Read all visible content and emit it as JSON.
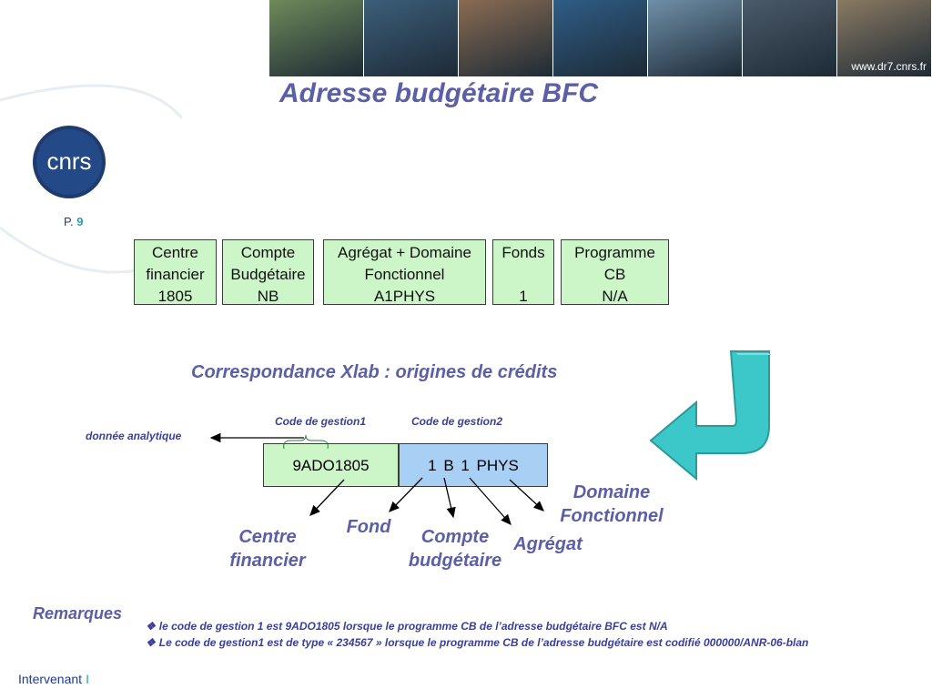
{
  "banner": {
    "url_text": "www.dr7.cnrs.fr",
    "photos": [
      "#6f8a5a",
      "#3c5e7a",
      "#8a6c52",
      "#2f5d86",
      "#6f8fa8",
      "#4b5a6a",
      "#8a7a62"
    ]
  },
  "title": "Adresse budgétaire BFC",
  "logo": {
    "text": "cnrs",
    "color": "#1e3a6e"
  },
  "page": {
    "prefix": "P.",
    "number": "9"
  },
  "address_boxes": [
    {
      "lines": [
        "Centre",
        "financier",
        "1805"
      ]
    },
    {
      "lines": [
        "Compte",
        "Budgétaire",
        "NB"
      ]
    },
    {
      "lines": [
        "Agrégat + Domaine",
        "Fonctionnel",
        "A1PHYS"
      ]
    },
    {
      "lines": [
        "Fonds",
        "",
        "1"
      ]
    },
    {
      "lines": [
        "Programme",
        "CB",
        "N/A"
      ]
    }
  ],
  "subtitle": "Correspondance Xlab : origines de crédits",
  "code_labels": {
    "code1": "Code de gestion1",
    "code2": "Code de gestion2"
  },
  "analytic_label": "donnée analytique",
  "code_values": {
    "code1": "9ADO1805",
    "code2": "1  B  1  PHYS"
  },
  "callouts": {
    "centre": [
      "Centre",
      "financier"
    ],
    "fond": [
      "Fond"
    ],
    "compte": [
      "Compte",
      "budgétaire"
    ],
    "agregat": [
      "Agrégat"
    ],
    "domaine": [
      "Domaine",
      "Fonctionnel"
    ]
  },
  "remarks": {
    "title": "Remarques",
    "items": [
      "le code de gestion 1 est 9ADO1805 lorsque le programme CB de l’adresse budgétaire BFC est N/A",
      "Le code de gestion1 est de type  « 234567 » lorsque le programme CB de l’adresse budgétaire  est codifié 000000/ANR-06-blan"
    ]
  },
  "footer": {
    "text": "Intervenant",
    "bar": "I"
  },
  "colors": {
    "accent": "#5b5fa8",
    "box_green": "#ccf5c8",
    "box_blue": "#a8d0f5",
    "arrow_teal": "#3cc8c8"
  }
}
